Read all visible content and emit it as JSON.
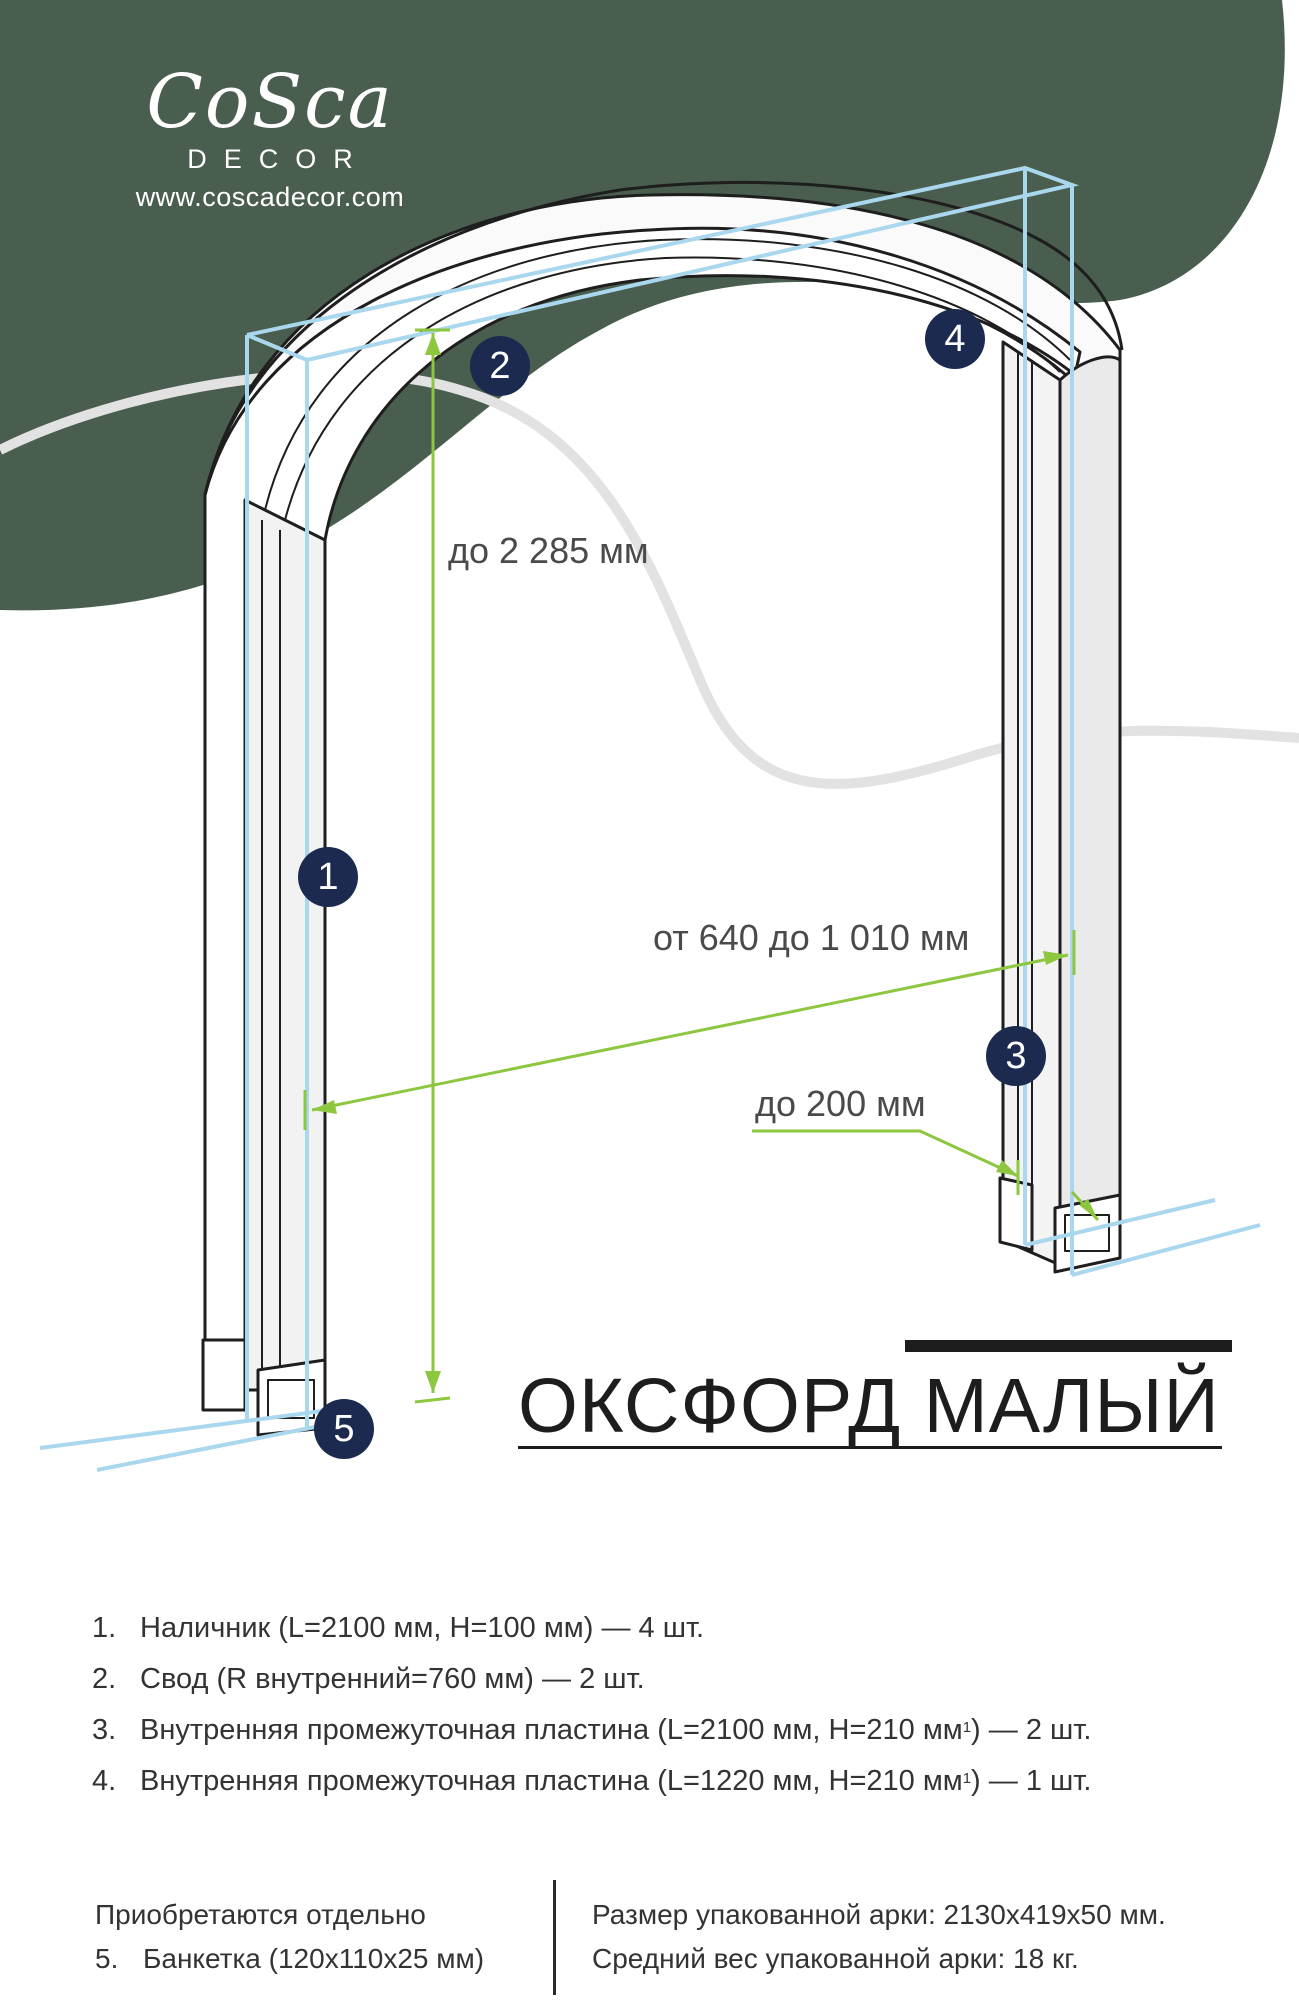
{
  "brand": {
    "logo_text": "CoSca",
    "logo_subtitle": "DECOR",
    "website": "www.coscadecor.com"
  },
  "colors": {
    "background_panel": "#4a5e50",
    "badge": "#1b2a4e",
    "dimension_lines": "#8dc63f",
    "guide_lines": "#a9d7ee"
  },
  "dimensions": {
    "height": "до 2 285 мм",
    "width": "от 640 до 1 010 мм",
    "depth": "до 200 мм"
  },
  "markers": [
    "1",
    "2",
    "3",
    "4",
    "5"
  ],
  "title": "ОКСФОРД МАЛЫЙ",
  "parts": [
    {
      "num": "1.",
      "text": "Наличник (L=2100 мм, H=100 мм) — 4 шт."
    },
    {
      "num": "2.",
      "text": "Свод (R внутренний=760 мм) — 2 шт."
    },
    {
      "num": "3.",
      "text_before": "Внутренняя промежуточная пластина (L=2100 мм, H=210 мм",
      "sup": "1",
      "text_after": ") — 2 шт."
    },
    {
      "num": "4.",
      "text_before": "Внутренняя промежуточная пластина (L=1220 мм, H=210 мм",
      "sup": "1",
      "text_after": ") — 1 шт."
    }
  ],
  "footer": {
    "separately_heading": "Приобретаются отдельно",
    "separately_item_num": "5.",
    "separately_item": "Банкетка (120х110х25 мм)",
    "package_size": "Размер упакованной арки: 2130х419х50 мм.",
    "package_weight": "Средний вес упакованной арки: 18 кг."
  }
}
